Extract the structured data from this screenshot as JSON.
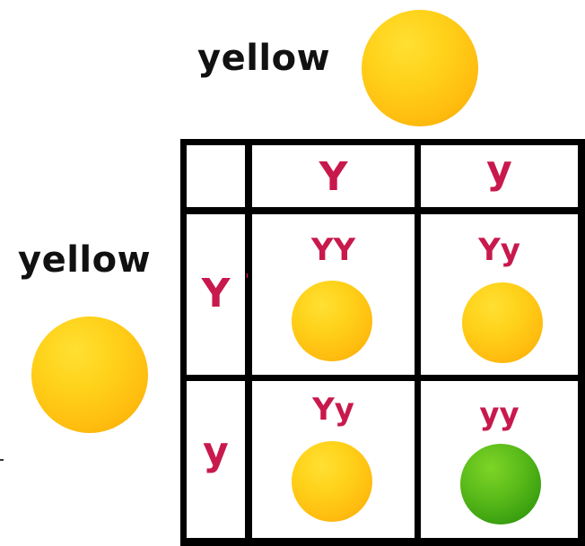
{
  "parents": {
    "top": {
      "label": "yellow",
      "color": "yellow"
    },
    "left": {
      "label": "yellow",
      "color": "yellow"
    }
  },
  "gametes": {
    "columns": [
      "Y",
      "y"
    ],
    "rows": [
      "Y",
      "y"
    ]
  },
  "offspring": [
    {
      "genotype": "YY",
      "color": "yellow"
    },
    {
      "genotype": "Yy",
      "color": "yellow"
    },
    {
      "genotype": "Yy",
      "color": "yellow"
    },
    {
      "genotype": "yy",
      "color": "green"
    }
  ],
  "colors": {
    "allele_text": "#c8194d",
    "grid": "#000000",
    "yellow_pea": "#ffc915",
    "green_pea": "#3aa010"
  }
}
